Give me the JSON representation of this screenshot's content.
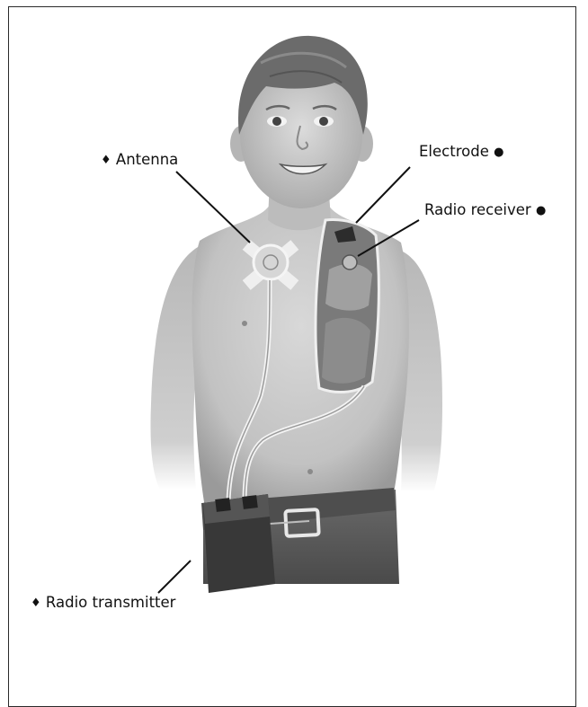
{
  "labels": {
    "antenna": "Antenna",
    "electrode": "Electrode",
    "radio_receiver": "Radio receiver",
    "radio_transmitter": "Radio transmitter"
  },
  "markers": {
    "diamond": "♦",
    "dot": "●"
  },
  "colors": {
    "skin": "#c9c9c9",
    "skin_shadow": "#9d9d9d",
    "hair": "#6e6e6e",
    "pants": "#5a5a5a",
    "device": "#3d3d3d",
    "line": "#111111"
  }
}
